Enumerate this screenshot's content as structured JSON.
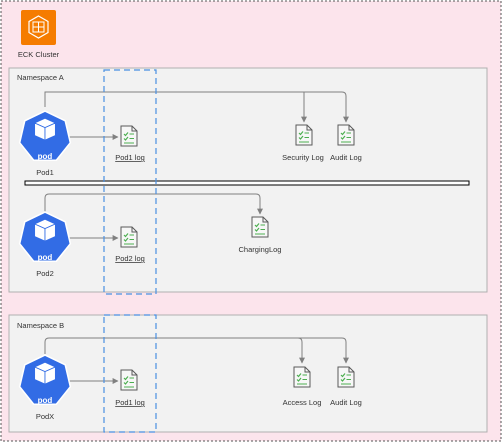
{
  "cluster": {
    "label": "ECK Cluster",
    "icon": "eck-cluster-icon",
    "bg_color": "#fce4ec",
    "icon_color": "#f57c00"
  },
  "namespace_a": {
    "title": "Namespace A",
    "pod1": {
      "badge": "pod",
      "name": "Pod1",
      "log": "Pod1 log"
    },
    "pod2": {
      "badge": "pod",
      "name": "Pod2",
      "log": "Pod2 log"
    },
    "targets": {
      "security": "Security Log",
      "audit": "Audit Log",
      "charging": "ChargingLog"
    }
  },
  "namespace_b": {
    "title": "Namespace  B",
    "podx": {
      "badge": "pod",
      "name": "PodX",
      "log": "Pod1 log"
    },
    "targets": {
      "access": "Access  Log",
      "audit": "Audit Log"
    }
  },
  "colors": {
    "pod": "#326ce5",
    "sidecar_box": "#4a90e2",
    "connector": "#808080",
    "log_accent": "#4caf50"
  }
}
